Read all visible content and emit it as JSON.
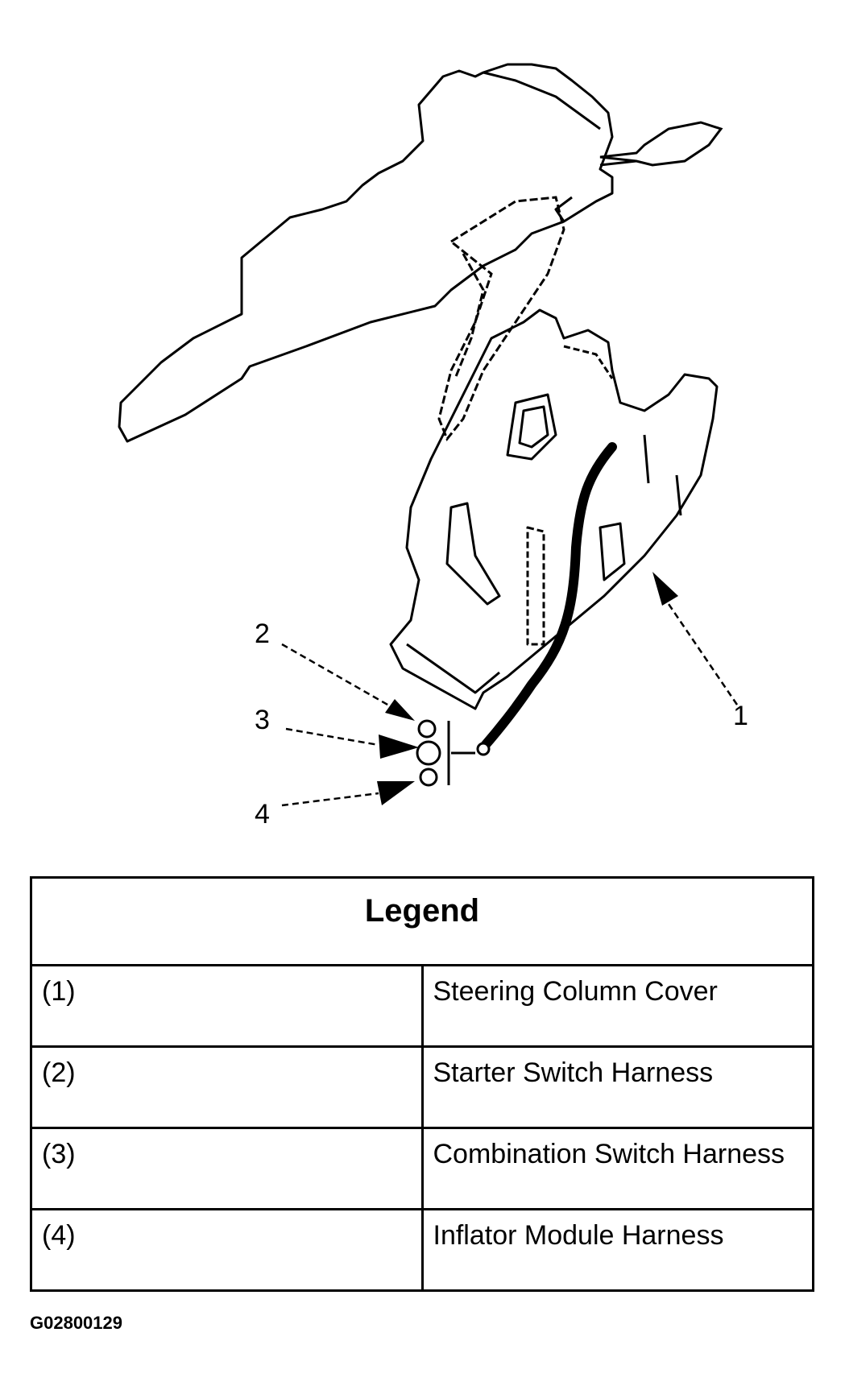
{
  "callouts": {
    "c1": "1",
    "c2": "2",
    "c3": "3",
    "c4": "4"
  },
  "legend": {
    "title": "Legend",
    "rows": [
      {
        "num": "(1)",
        "desc": "Steering Column Cover"
      },
      {
        "num": "(2)",
        "desc": "Starter Switch Harness"
      },
      {
        "num": "(3)",
        "desc": "Combination Switch Harness"
      },
      {
        "num": "(4)",
        "desc": "Inflator Module Harness"
      }
    ]
  },
  "figure_id": "G02800129"
}
